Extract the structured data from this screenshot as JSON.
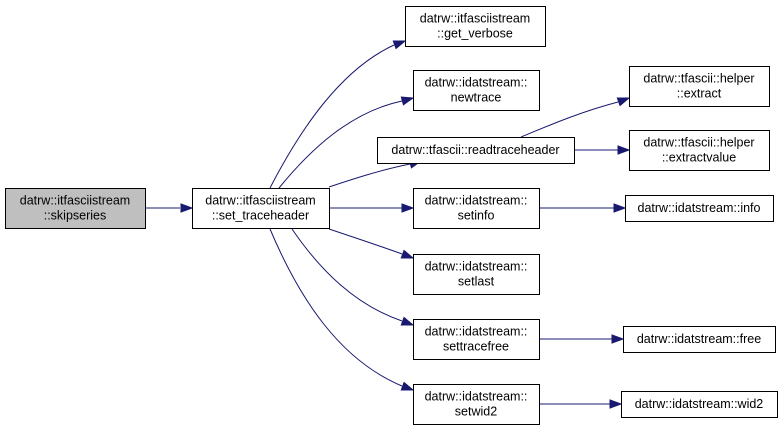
{
  "graph": {
    "nodes": {
      "skipseries": {
        "lines": [
          "datrw::itfasciistream",
          "::skipseries"
        ],
        "highlight": true
      },
      "set_traceheader": {
        "lines": [
          "datrw::itfasciistream",
          "::set_traceheader"
        ]
      },
      "get_verbose": {
        "lines": [
          "datrw::itfasciistream",
          "::get_verbose"
        ]
      },
      "newtrace": {
        "lines": [
          "datrw::idatstream::",
          "newtrace"
        ]
      },
      "readtraceheader": {
        "lines": [
          "datrw::tfascii::readtraceheader"
        ]
      },
      "setinfo": {
        "lines": [
          "datrw::idatstream::",
          "setinfo"
        ]
      },
      "setlast": {
        "lines": [
          "datrw::idatstream::",
          "setlast"
        ]
      },
      "settracefree": {
        "lines": [
          "datrw::idatstream::",
          "settracefree"
        ]
      },
      "setwid2": {
        "lines": [
          "datrw::idatstream::",
          "setwid2"
        ]
      },
      "extract": {
        "lines": [
          "datrw::tfascii::helper",
          "::extract"
        ]
      },
      "extractvalue": {
        "lines": [
          "datrw::tfascii::helper",
          "::extractvalue"
        ]
      },
      "info": {
        "lines": [
          "datrw::idatstream::info"
        ]
      },
      "free": {
        "lines": [
          "datrw::idatstream::free"
        ]
      },
      "wid2": {
        "lines": [
          "datrw::idatstream::wid2"
        ]
      }
    },
    "edges": [
      {
        "from": "skipseries",
        "to": "set_traceheader"
      },
      {
        "from": "set_traceheader",
        "to": "get_verbose"
      },
      {
        "from": "set_traceheader",
        "to": "newtrace"
      },
      {
        "from": "set_traceheader",
        "to": "readtraceheader"
      },
      {
        "from": "set_traceheader",
        "to": "setinfo"
      },
      {
        "from": "set_traceheader",
        "to": "setlast"
      },
      {
        "from": "set_traceheader",
        "to": "settracefree"
      },
      {
        "from": "set_traceheader",
        "to": "setwid2"
      },
      {
        "from": "readtraceheader",
        "to": "extract"
      },
      {
        "from": "readtraceheader",
        "to": "extractvalue"
      },
      {
        "from": "setinfo",
        "to": "info"
      },
      {
        "from": "settracefree",
        "to": "free"
      },
      {
        "from": "setwid2",
        "to": "wid2"
      }
    ],
    "colors": {
      "edge": "#191970",
      "highlight_fill": "#bfbfbf",
      "node_fill": "#ffffff",
      "border": "#000000"
    }
  }
}
